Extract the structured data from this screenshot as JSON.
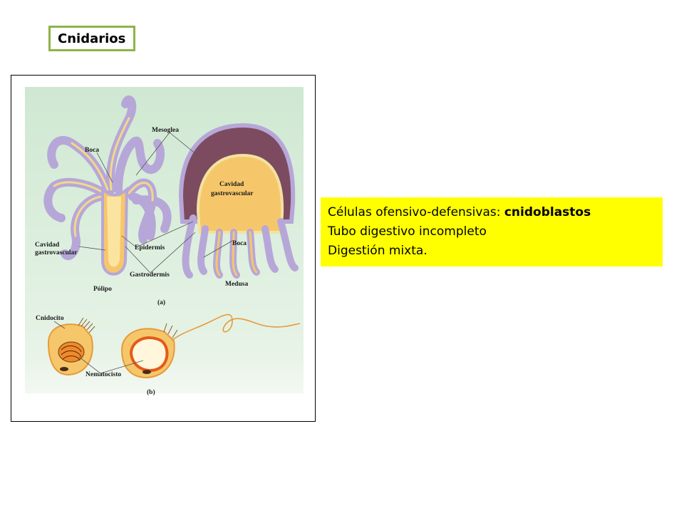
{
  "slide": {
    "title": "Cnidarios"
  },
  "figure": {
    "labels": {
      "mesoglea": "Mesoglea",
      "boca_polipo": "Boca",
      "cavidad_medusa_1": "Cavidad",
      "cavidad_medusa_2": "gastrovascular",
      "cavidad_polipo_1": "Cavidad",
      "cavidad_polipo_2": "gastrovascular",
      "epidermis": "Epidermis",
      "boca_medusa": "Boca",
      "gastrodermis": "Gastrodermis",
      "polipo": "Pólipo",
      "medusa": "Medusa",
      "panel_a": "(a)",
      "cnidocito": "Cnidocito",
      "nematocisto": "Nematocisto",
      "panel_b": "(b)"
    }
  },
  "info": {
    "line1_prefix": "Células ofensivo-defensivas: ",
    "line1_bold": "cnidoblastos",
    "line2": "Tubo digestivo incompleto",
    "line3": "Digestión mixta."
  }
}
